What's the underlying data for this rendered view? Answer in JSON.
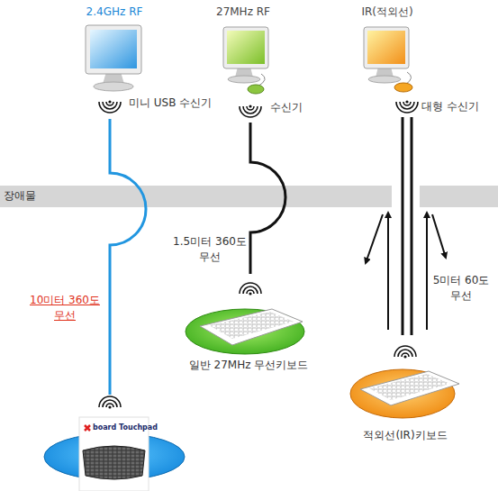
{
  "diagram": {
    "nodes": [
      {
        "text": [
          "2.4GHz RF",
          "미니 USB 수신기"
        ]
      },
      {
        "text": [
          "27MHz RF",
          "수신기"
        ]
      },
      {
        "text": [
          "IR(적외선)",
          "대형 수신기"
        ]
      },
      {
        "text": [
          "board Touchpad"
        ]
      },
      {
        "text": [
          "일반 27MHz 무선키보드"
        ]
      },
      {
        "text": [
          "적외선(IR)키보드"
        ]
      }
    ],
    "edges": [
      {
        "from": 0,
        "to": 3,
        "arrow": "none",
        "label": "10미터 360도 무선"
      },
      {
        "from": 1,
        "to": 4,
        "arrow": "none",
        "label": "1.5미터 360도 무선"
      },
      {
        "from": 2,
        "to": 5,
        "arrow": "none",
        "label": "5미터 60도 무선"
      }
    ],
    "labels": [
      "장애물"
    ]
  }
}
